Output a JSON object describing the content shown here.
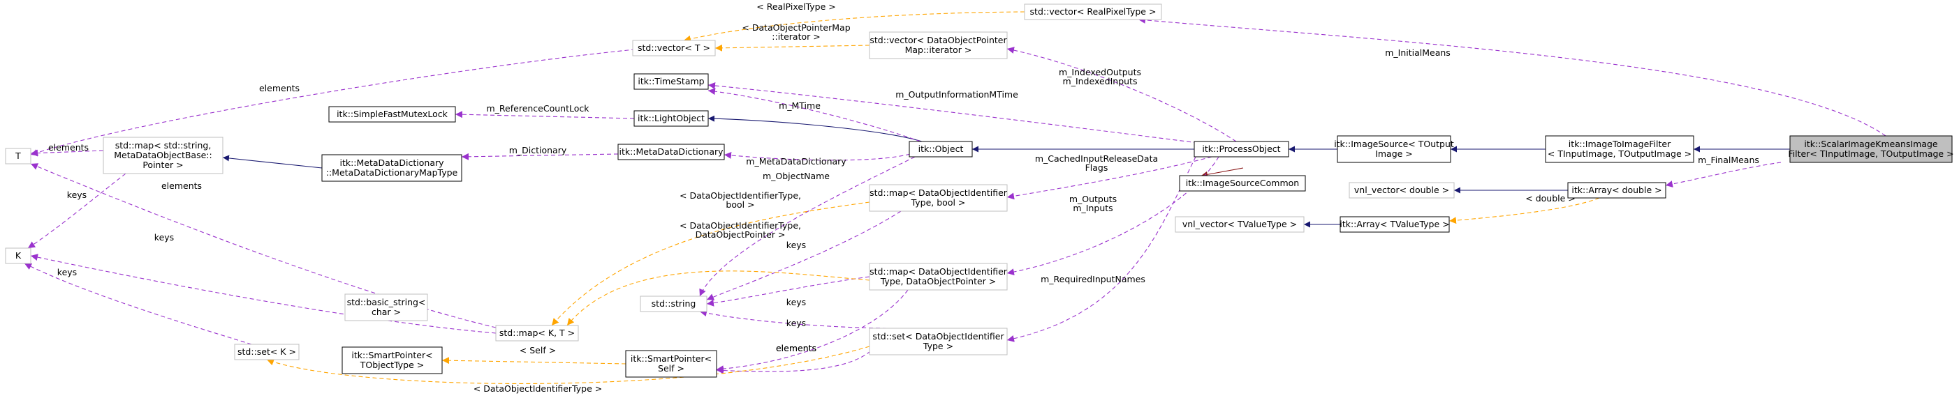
{
  "colors": {
    "node_fill": "#ffffff",
    "node_border_doc": "#000000",
    "node_border_ext": "#bfbfbf",
    "highlight_fill": "#bfbfbf",
    "inheritance": "#191970",
    "usage": "#9a32cd",
    "template": "#ffa500",
    "protected": "#8b1a1a"
  },
  "nodes": [
    {
      "id": "scalar_filter",
      "lines": [
        "itk::ScalarImageKmeansImage",
        "Filter< TInputImage, TOutputImage >"
      ],
      "style": "highlight"
    },
    {
      "id": "img_to_img",
      "lines": [
        "itk::ImageToImageFilter",
        "< TInputImage, TOutputImage >"
      ],
      "style": "doc"
    },
    {
      "id": "image_source",
      "lines": [
        "itk::ImageSource< TOutput",
        "Image >"
      ],
      "style": "doc"
    },
    {
      "id": "process_object",
      "lines": [
        "itk::ProcessObject"
      ],
      "style": "doc"
    },
    {
      "id": "object",
      "lines": [
        "itk::Object"
      ],
      "style": "doc"
    },
    {
      "id": "light_object",
      "lines": [
        "itk::LightObject"
      ],
      "style": "doc"
    },
    {
      "id": "time_stamp",
      "lines": [
        "itk::TimeStamp"
      ],
      "style": "doc"
    },
    {
      "id": "mutex_lock",
      "lines": [
        "itk::SimpleFastMutexLock"
      ],
      "style": "doc"
    },
    {
      "id": "meta_dict",
      "lines": [
        "itk::MetaDataDictionary"
      ],
      "style": "doc"
    },
    {
      "id": "meta_dict_map",
      "lines": [
        "itk::MetaDataDictionary",
        "::MetaDataDictionaryMapType"
      ],
      "style": "doc"
    },
    {
      "id": "image_source_common",
      "lines": [
        "itk::ImageSourceCommon"
      ],
      "style": "doc"
    },
    {
      "id": "array_double",
      "lines": [
        "itk::Array< double >"
      ],
      "style": "doc"
    },
    {
      "id": "array_tvalue",
      "lines": [
        "itk::Array< TValueType >"
      ],
      "style": "doc"
    },
    {
      "id": "smart_ptr_self",
      "lines": [
        "itk::SmartPointer<",
        "Self >"
      ],
      "style": "doc"
    },
    {
      "id": "smart_ptr_t",
      "lines": [
        "itk::SmartPointer<",
        "TObjectType >"
      ],
      "style": "doc"
    },
    {
      "id": "vec_real_pixel",
      "lines": [
        "std::vector< RealPixelType >"
      ],
      "style": "ext"
    },
    {
      "id": "vec_t",
      "lines": [
        "std::vector< T >"
      ],
      "style": "ext"
    },
    {
      "id": "vec_dop_iter",
      "lines": [
        "std::vector< DataObjectPointer",
        "Map::iterator >"
      ],
      "style": "ext"
    },
    {
      "id": "map_id_bool",
      "lines": [
        "std::map< DataObjectIdentifier",
        "Type, bool >"
      ],
      "style": "ext"
    },
    {
      "id": "map_id_dop",
      "lines": [
        "std::map< DataObjectIdentifier",
        "Type, DataObjectPointer >"
      ],
      "style": "ext"
    },
    {
      "id": "set_id",
      "lines": [
        "std::set< DataObjectIdentifier",
        "Type >"
      ],
      "style": "ext"
    },
    {
      "id": "std_string",
      "lines": [
        "std::string"
      ],
      "style": "ext"
    },
    {
      "id": "basic_string",
      "lines": [
        "std::basic_string<",
        "char >"
      ],
      "style": "ext"
    },
    {
      "id": "map_kt",
      "lines": [
        "std::map< K, T >"
      ],
      "style": "ext"
    },
    {
      "id": "map_meta",
      "lines": [
        "std::map< std::string,",
        "MetaDataObjectBase::",
        "Pointer >"
      ],
      "style": "ext"
    },
    {
      "id": "set_k",
      "lines": [
        "std::set< K >"
      ],
      "style": "ext"
    },
    {
      "id": "node_t",
      "lines": [
        "T"
      ],
      "style": "ext"
    },
    {
      "id": "node_k",
      "lines": [
        "K"
      ],
      "style": "ext"
    },
    {
      "id": "vnl_vec_double",
      "lines": [
        "vnl_vector< double >"
      ],
      "style": "ext"
    },
    {
      "id": "vnl_vec_tvalue",
      "lines": [
        "vnl_vector< TValueType >"
      ],
      "style": "ext"
    }
  ],
  "edges": [
    {
      "id": "e1",
      "kind": "inheritance",
      "label": []
    },
    {
      "id": "e2",
      "kind": "inheritance",
      "label": []
    },
    {
      "id": "e3",
      "kind": "inheritance",
      "label": []
    },
    {
      "id": "e4",
      "kind": "inheritance",
      "label": []
    },
    {
      "id": "e5",
      "kind": "inheritance",
      "label": []
    },
    {
      "id": "e6",
      "kind": "inheritance",
      "label": []
    },
    {
      "id": "e7",
      "kind": "inheritance",
      "label": []
    },
    {
      "id": "e8",
      "kind": "inheritance",
      "label": []
    },
    {
      "id": "e9",
      "kind": "protected",
      "label": []
    },
    {
      "id": "e10",
      "kind": "usage",
      "label": [
        "m_InitialMeans"
      ]
    },
    {
      "id": "e11",
      "kind": "usage",
      "label": [
        "m_FinalMeans"
      ]
    },
    {
      "id": "e12",
      "kind": "usage",
      "label": [
        "m_IndexedOutputs",
        "m_IndexedInputs"
      ]
    },
    {
      "id": "e13",
      "kind": "usage",
      "label": [
        "m_OutputInformationMTime"
      ]
    },
    {
      "id": "e14",
      "kind": "usage",
      "label": [
        "m_MTime"
      ]
    },
    {
      "id": "e15",
      "kind": "usage",
      "label": [
        "m_ReferenceCountLock"
      ]
    },
    {
      "id": "e16",
      "kind": "usage",
      "label": [
        "m_MetaDataDictionary"
      ]
    },
    {
      "id": "e17",
      "kind": "usage",
      "label": [
        "m_Dictionary"
      ]
    },
    {
      "id": "e18",
      "kind": "usage",
      "label": [
        "m_CachedInputReleaseData",
        "Flags"
      ]
    },
    {
      "id": "e19",
      "kind": "usage",
      "label": [
        "m_Outputs",
        "m_Inputs"
      ]
    },
    {
      "id": "e20",
      "kind": "usage",
      "label": [
        "m_RequiredInputNames"
      ]
    },
    {
      "id": "e21",
      "kind": "usage",
      "label": [
        "m_ObjectName"
      ]
    },
    {
      "id": "e22",
      "kind": "usage",
      "label": [
        "keys"
      ]
    },
    {
      "id": "e23",
      "kind": "usage",
      "label": [
        "keys"
      ]
    },
    {
      "id": "e24",
      "kind": "usage",
      "label": [
        "keys"
      ]
    },
    {
      "id": "e25",
      "kind": "usage",
      "label": [
        "elements"
      ]
    },
    {
      "id": "e26",
      "kind": "usage",
      "label": [
        "elements"
      ]
    },
    {
      "id": "e27",
      "kind": "usage",
      "label": [
        "elements"
      ]
    },
    {
      "id": "e28",
      "kind": "usage",
      "label": [
        "elements"
      ]
    },
    {
      "id": "e29",
      "kind": "usage",
      "label": [
        "keys"
      ]
    },
    {
      "id": "e30",
      "kind": "usage",
      "label": [
        "keys"
      ]
    },
    {
      "id": "e31",
      "kind": "usage",
      "label": [
        "keys"
      ]
    },
    {
      "id": "e32",
      "kind": "usage",
      "label": [
        "elements"
      ]
    },
    {
      "id": "e33",
      "kind": "template",
      "label": [
        "< RealPixelType >"
      ]
    },
    {
      "id": "e34",
      "kind": "template",
      "label": [
        "< DataObjectPointerMap",
        "::iterator >"
      ]
    },
    {
      "id": "e35",
      "kind": "template",
      "label": [
        "< DataObjectIdentifierType,",
        "bool >"
      ]
    },
    {
      "id": "e36",
      "kind": "template",
      "label": [
        "< DataObjectIdentifierType,",
        "DataObjectPointer >"
      ]
    },
    {
      "id": "e37",
      "kind": "template",
      "label": [
        "< DataObjectIdentifierType >"
      ]
    },
    {
      "id": "e38",
      "kind": "template",
      "label": [
        "< Self >"
      ]
    },
    {
      "id": "e39",
      "kind": "template",
      "label": [
        "< double >"
      ]
    }
  ]
}
